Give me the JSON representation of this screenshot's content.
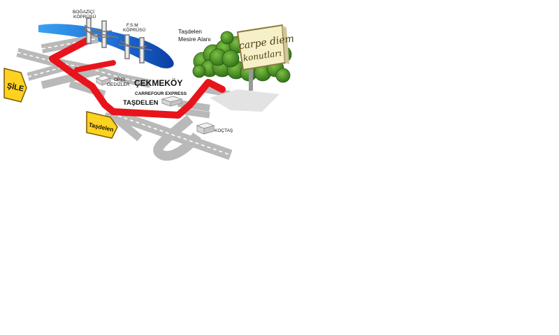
{
  "map": {
    "labels": {
      "bridge_1": [
        "BOĞAZİÇİ",
        "KÖPRÜSÜ"
      ],
      "bridge_2": [
        "F.S.M",
        "KÖPRÜSÜ"
      ],
      "park": [
        "Taşdelen",
        "Mesire Alanı"
      ],
      "opel": [
        "OPEL",
        "GEDİZLER"
      ],
      "district": "ÇEKMEKÖY",
      "carrefour": "CARREFOUR EXPRESS",
      "tasdelen": "TAŞDELEN",
      "koctas": "KOÇTAŞ"
    },
    "direction_signs": {
      "sile": "ŞİLE",
      "tasdelen": "Taşdelen"
    },
    "billboard": {
      "line1": "carpe diem",
      "line2": "konutları"
    },
    "colors": {
      "route": "#e8141b",
      "road": "#b9b9b9",
      "road_marking": "#ffffff",
      "water": "#1f6fd6",
      "trees": "#3f8f1e",
      "sign_fill": "#ffd21f",
      "billboard_fill": "#f6f0c8"
    }
  }
}
